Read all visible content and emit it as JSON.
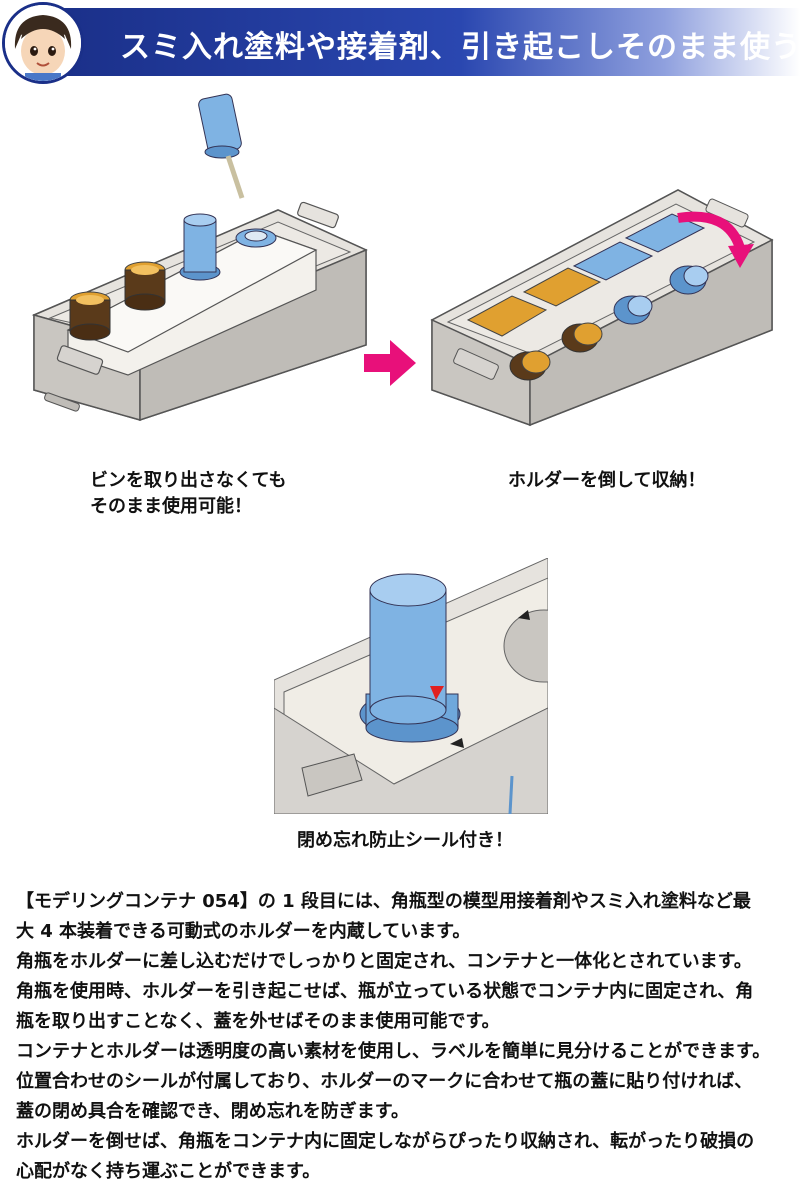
{
  "header": {
    "title": "スミ入れ塗料や接着剤、引き起こしそのまま使う"
  },
  "captions": {
    "left_line1": "ビンを取り出さなくても",
    "left_line2": "そのまま使用可能！",
    "right": "ホルダーを倒して収納！",
    "bottom": "閉め忘れ防止シール付き！"
  },
  "description": [
    "【モデリングコンテナ 054】の 1 段目には、角瓶型の模型用接着剤やスミ入れ塗料など最",
    "大 4 本装着できる可動式のホルダーを内蔵しています。",
    "角瓶をホルダーに差し込むだけでしっかりと固定され、コンテナと一体化とされています。",
    "角瓶を使用時、ホルダーを引き起こせば、瓶が立っている状態でコンテナ内に固定され、角",
    "瓶を取り出すことなく、蓋を外せばそのまま使用可能です。",
    "コンテナとホルダーは透明度の高い素材を使用し、ラベルを簡単に見分けることができます。",
    "位置合わせのシールが付属しており、ホルダーのマークに合わせて瓶の蓋に貼り付ければ、",
    "蓋の閉め具合を確認でき、閉め忘れを防ぎます。",
    "ホルダーを倒せば、角瓶をコンテナ内に固定しながらぴったり収納され、転がったり破損の",
    "心配がなく持ち運ぶことができます。"
  ],
  "colors": {
    "header_blue": "#1a2f88",
    "arrow_pink": "#e8107a",
    "cap_blue": "#6fa8dc",
    "cap_gold": "#e0a030",
    "container_gray": "#d9d7d3"
  }
}
